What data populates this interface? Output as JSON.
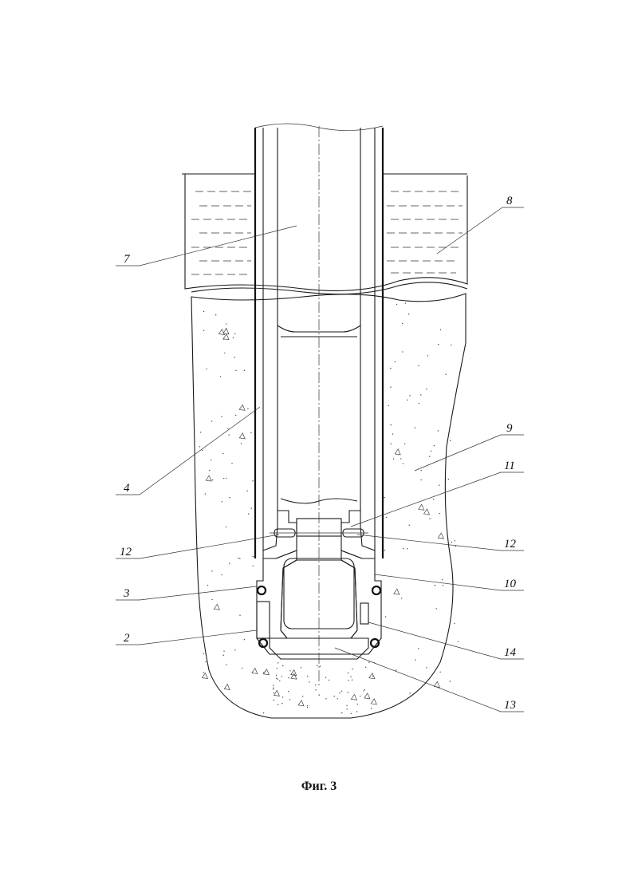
{
  "figure": {
    "caption": "Фиг. 3",
    "labels": [
      {
        "id": "label-7",
        "text": "7"
      },
      {
        "id": "label-8",
        "text": "8"
      },
      {
        "id": "label-4",
        "text": "4"
      },
      {
        "id": "label-9",
        "text": "9"
      },
      {
        "id": "label-11",
        "text": "11"
      },
      {
        "id": "label-12-left",
        "text": "12"
      },
      {
        "id": "label-12-right",
        "text": "12"
      },
      {
        "id": "label-3",
        "text": "3"
      },
      {
        "id": "label-10",
        "text": "10"
      },
      {
        "id": "label-2",
        "text": "2"
      },
      {
        "id": "label-14",
        "text": "14"
      },
      {
        "id": "label-13",
        "text": "13"
      }
    ]
  }
}
